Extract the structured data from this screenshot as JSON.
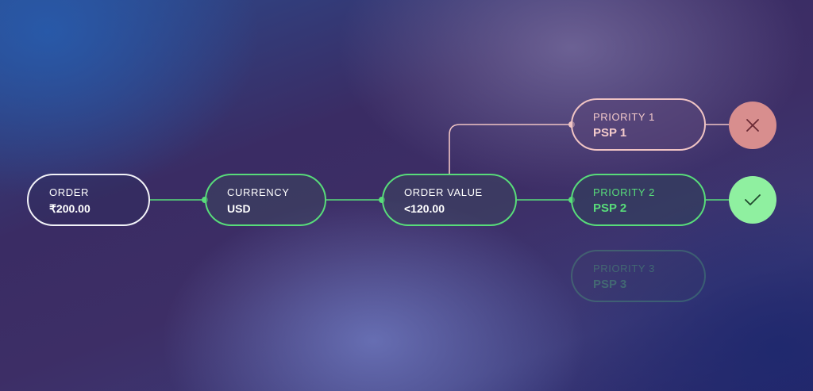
{
  "colors": {
    "accent_green": "#58dc7a",
    "accent_pink": "#f0c4c4",
    "fail_red": "#d88e8e",
    "success_green": "#8ff0a0"
  },
  "nodes": {
    "order": {
      "label": "ORDER",
      "value": "₹200.00"
    },
    "currency": {
      "label": "CURRENCY",
      "value": "USD"
    },
    "order_value": {
      "label": "ORDER VALUE",
      "value": "<120.00"
    },
    "priority_1": {
      "label": "PRIORITY 1",
      "value": "PSP 1",
      "status": "failed",
      "status_icon": "close-icon"
    },
    "priority_2": {
      "label": "PRIORITY 2",
      "value": "PSP 2",
      "status": "success",
      "status_icon": "check-icon"
    },
    "priority_3": {
      "label": "PRIORITY 3",
      "value": "PSP 3",
      "status": "inactive"
    }
  }
}
